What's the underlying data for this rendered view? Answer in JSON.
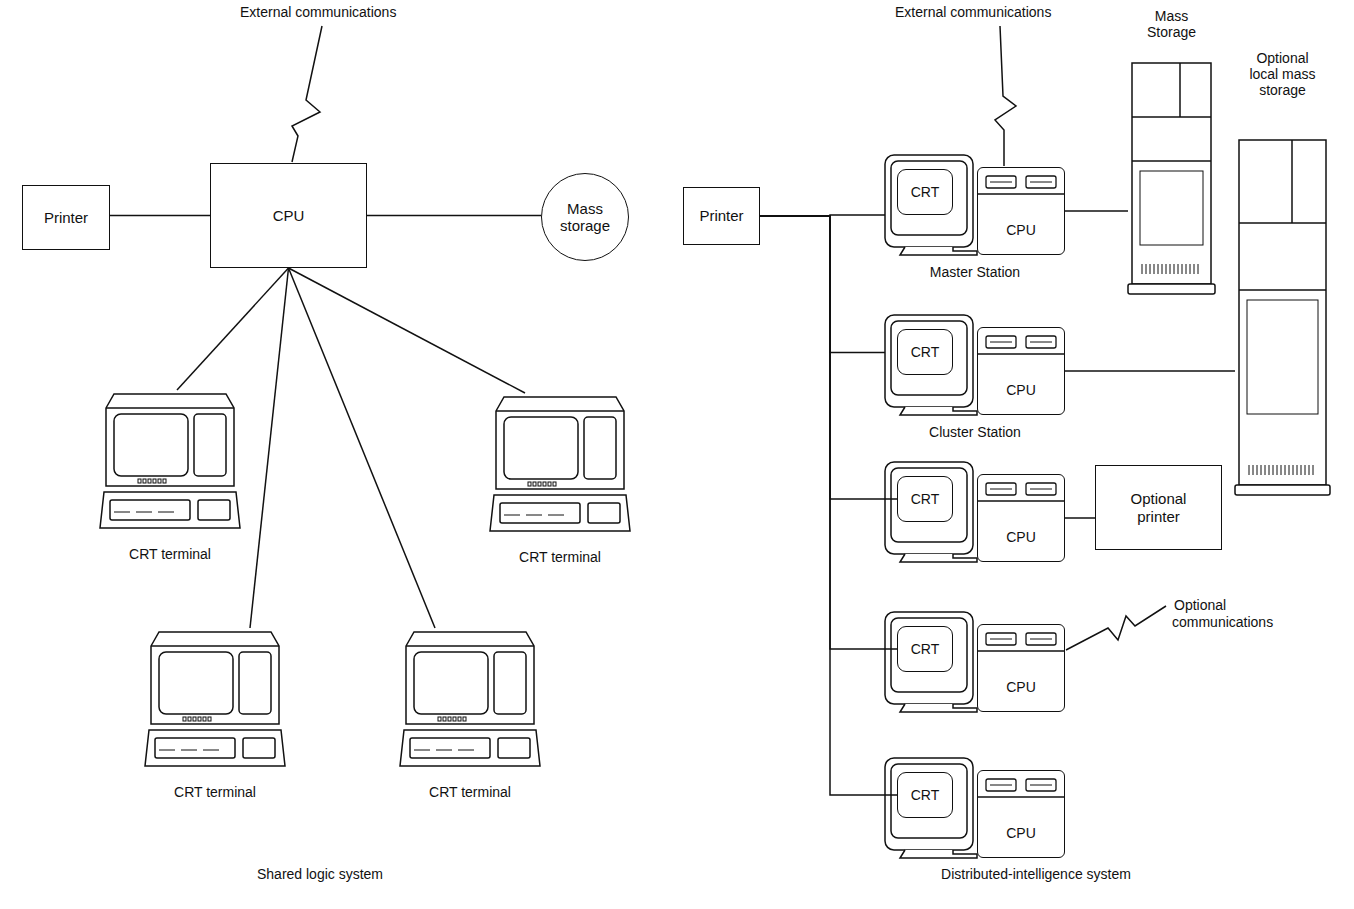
{
  "diagram": {
    "nodes": [
      {
        "text": [
          "Printer"
        ]
      },
      {
        "text": [
          "CPU"
        ]
      },
      {
        "text": [
          "Mass storage"
        ]
      },
      {
        "text": [
          "CRT terminal"
        ]
      },
      {
        "text": [
          "CRT terminal"
        ]
      },
      {
        "text": [
          "CRT terminal"
        ]
      },
      {
        "text": [
          "CRT terminal"
        ]
      },
      {
        "text": [
          "Printer"
        ]
      },
      {
        "text": [
          "Master Station"
        ]
      },
      {
        "text": [
          "CRT"
        ],
        "in": 8
      },
      {
        "text": [
          "CPU"
        ],
        "in": 8
      },
      {
        "text": [
          "Cluster Station"
        ]
      },
      {
        "text": [
          "CRT"
        ],
        "in": 11
      },
      {
        "text": [
          "CPU"
        ],
        "in": 11
      },
      {
        "text": [
          "CRT"
        ]
      },
      {
        "text": [
          "CPU"
        ]
      },
      {
        "text": [
          "CRT"
        ]
      },
      {
        "text": [
          "CPU"
        ]
      },
      {
        "text": [
          "CRT"
        ]
      },
      {
        "text": [
          "CPU"
        ]
      },
      {
        "text": [
          "Mass Storage"
        ]
      },
      {
        "text": [
          "Optional local mass storage"
        ]
      },
      {
        "text": [
          "Optional printer"
        ]
      }
    ],
    "edges": [
      {
        "from": 1,
        "to": 0,
        "arrow": "none"
      },
      {
        "from": 1,
        "to": 2,
        "arrow": "none"
      },
      {
        "from": 1,
        "to": 3,
        "arrow": "none"
      },
      {
        "from": 1,
        "to": 4,
        "arrow": "none"
      },
      {
        "from": 1,
        "to": 5,
        "arrow": "none"
      },
      {
        "from": 1,
        "to": 6,
        "arrow": "none"
      },
      {
        "from": 7,
        "to": 8,
        "arrow": "none"
      },
      {
        "from": 7,
        "to": 11,
        "arrow": "none"
      },
      {
        "from": 7,
        "to": 14,
        "arrow": "none"
      },
      {
        "from": 7,
        "to": 16,
        "arrow": "none"
      },
      {
        "from": 7,
        "to": 18,
        "arrow": "none"
      },
      {
        "from": 10,
        "to": 20,
        "arrow": "none"
      },
      {
        "from": 13,
        "to": 21,
        "arrow": "none"
      },
      {
        "from": 15,
        "to": 22,
        "arrow": "none"
      }
    ],
    "labels": [
      "External communications",
      "External communications",
      "Optional communications",
      "Shared logic system",
      "Distributed-intelligence system"
    ]
  }
}
